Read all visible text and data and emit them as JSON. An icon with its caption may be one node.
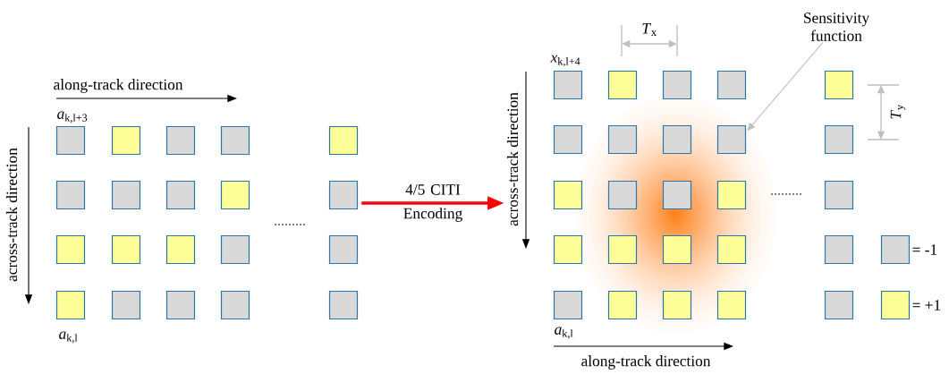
{
  "diagram": {
    "nodes": [
      {
        "text": [],
        "shape": "picture",
        "beside": [
          "*a*$_{k,l+3}$",
          "*a*$_{k,l}$"
        ]
      },
      {
        "text": [],
        "shape": "picture",
        "beside": [
          "*x*$_{k,l+4}$",
          "*a*$_{k,l}$"
        ]
      },
      {
        "text": [
          "Sensitivity function"
        ]
      },
      {
        "text": [],
        "shape": "ellipse",
        "in": 1
      }
    ],
    "edges": [
      {
        "from": 0,
        "to": 1,
        "arrow": "to",
        "label": "4/5 CITI Encoding",
        "style": "thick",
        "color": "#ff0000"
      },
      {
        "from": 2,
        "to": 3,
        "arrow": "to",
        "color": "#bfbfbf"
      }
    ],
    "labels": [
      "along-track direction",
      "across-track direction",
      "*T*$_{x}$",
      "across-track direction",
      "along-track direction",
      "*T*$_{y}$"
    ],
    "legend": [
      {
        "text": "= -1",
        "color": "#d9d9d9"
      },
      {
        "text": "= +1",
        "color": "#ffff99"
      }
    ]
  }
}
